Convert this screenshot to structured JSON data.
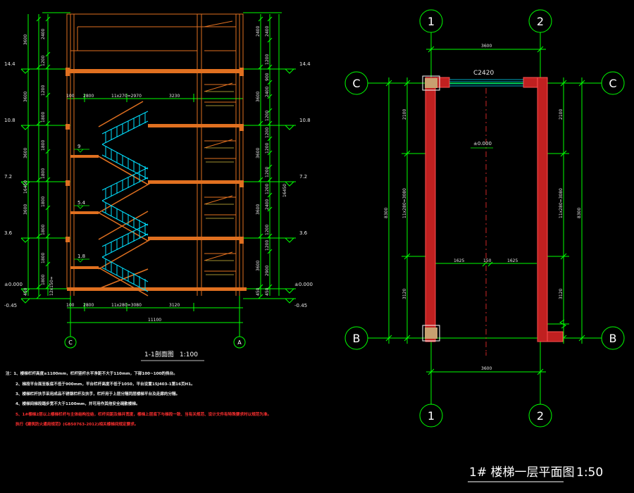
{
  "colors": {
    "background": "#000000",
    "grid_green": "#00ff00",
    "wall_red": "#ff3030",
    "structure_orange": "#e07020",
    "railing_cyan": "#00e0ff",
    "text_white": "#ffffff",
    "note_red": "#ff3030"
  },
  "section": {
    "title": "1-1剖面图",
    "scale": "1:100",
    "axis_left": "C",
    "axis_right": "A",
    "total_width": "11100",
    "top_dims": [
      "100",
      "2800",
      "11x270=2970",
      "3230"
    ],
    "bottom_dims": [
      "100",
      "2800",
      "11x280=3080",
      "3120"
    ],
    "total_height": "16450",
    "left_levels": [
      "14.4",
      "10.8",
      "7.2",
      "3.6",
      "±0.000",
      "-0.45"
    ],
    "right_levels": [
      "14.4",
      "10.8",
      "7.2",
      "3.6",
      "±0.000",
      "-0.45"
    ],
    "landing_levels": [
      "9",
      "5.4",
      "1.8"
    ],
    "left_dims_outer": [
      "3600",
      "3600",
      "3600",
      "3600",
      "450"
    ],
    "left_dims_inner": [
      "2400",
      "1200",
      "1200",
      "1800",
      "1800",
      "1800",
      "1800",
      "1800",
      "1800",
      "1800",
      "1800",
      "12x150="
    ],
    "right_dims_outer": [
      "2400",
      "3600",
      "3600",
      "3600",
      "3600",
      "450"
    ],
    "right_dims_inner": [
      "2400",
      "1200",
      "900",
      "2400",
      "1200",
      "1200",
      "1200",
      "1200",
      "1200",
      "2400",
      "1200",
      "1200",
      "1200",
      "2400",
      "1200",
      "1200",
      "2900",
      "450"
    ],
    "notes": [
      "注：1、楼梯栏杆高度≥1100mm，栏杆竖杆水平净距不大于110mm，下部100~100的挡台。",
      "2、梯段平台面至板底不低于900mm，平台栏杆高度不低于1050，平台设置15J403-1第16页H1。",
      "3、楼梯栏杆扶手采用成品不锈钢栏杆及扶手，栏杆用于上层分隔同层楼梯平台及走廊的分隔。",
      "4、楼梯间梯段踏步宽不大于1100mm，并可用作其他安全疏散楼梯。",
      "5、1#楼梯2层以上楼梯栏杆与主体结构拉结，栏杆间距及梯井宽度，楼梯上层底下与梯段一致、当有关规范、设计文件有特殊要求时以规范为准。",
      "执行《建筑防火通用规范》(GB50763-2012)相关楼梯间规定要求。"
    ],
    "note_red_flags": [
      false,
      false,
      false,
      false,
      true,
      true
    ]
  },
  "plan": {
    "title": "1# 楼梯一层平面图",
    "scale": "1:50",
    "axes_top": [
      "1",
      "2"
    ],
    "axes_bottom": [
      "1",
      "2"
    ],
    "axes_left": [
      "C",
      "B"
    ],
    "axes_right": [
      "C",
      "B"
    ],
    "width_top": "3600",
    "width_bottom": "3600",
    "window_label": "C2420",
    "floor_level": "±0.000",
    "inner_dims": [
      "1625",
      "150",
      "1625"
    ],
    "left_total": "8300",
    "left_parts": [
      "2100",
      "11x280=3080",
      "3120"
    ],
    "right_total": "8300",
    "right_parts": [
      "2100",
      "11x280=3080",
      "3120"
    ]
  }
}
